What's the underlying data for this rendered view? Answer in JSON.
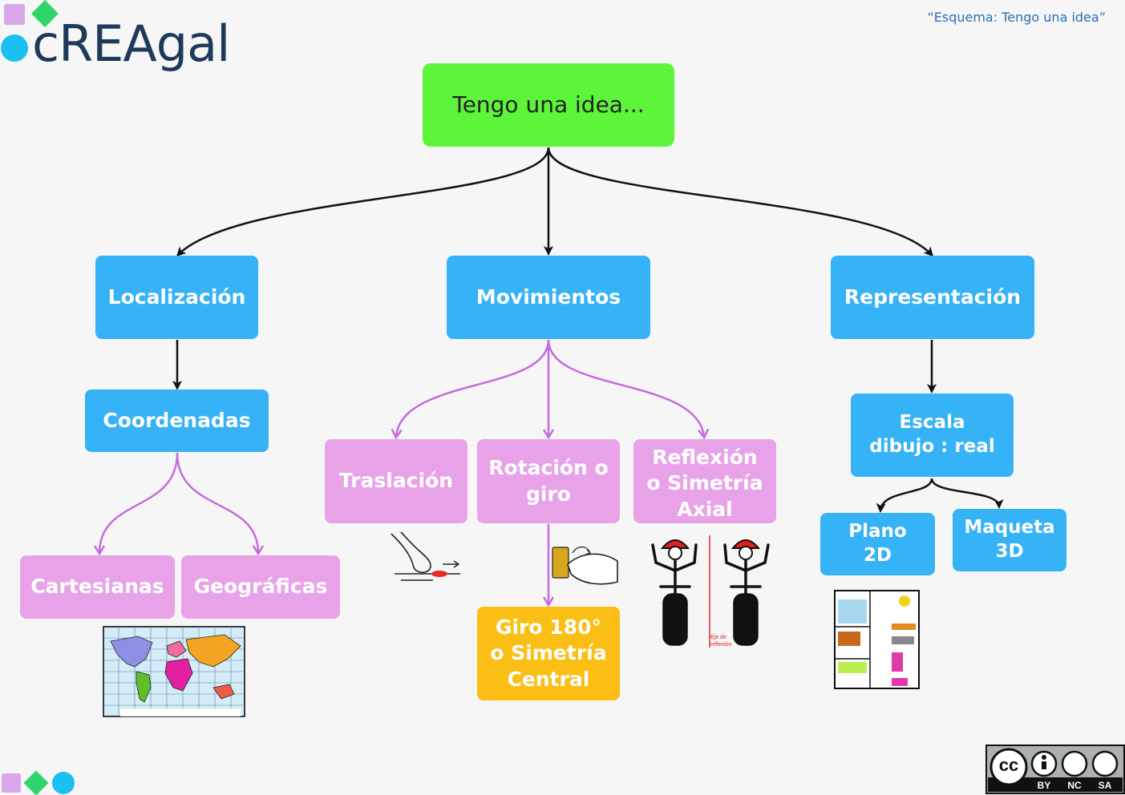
{
  "header": {
    "logo_text": "cREAgal",
    "caption": "“Esquema: Tengo una idea”"
  },
  "colors": {
    "root": "#5cf53a",
    "blue": "#36b2f6",
    "pink": "#e8a3e8",
    "orange": "#fbbe14",
    "black_arrow": "#111111",
    "purple_arrow": "#c46be0"
  },
  "nodes": {
    "root": "Tengo una idea...",
    "localizacion": "Localización",
    "movimientos": "Movimientos",
    "representacion": "Representación",
    "coordenadas": "Coordenadas",
    "cartesianas": "Cartesianas",
    "geograficas": "Geográficas",
    "traslacion": "Traslación",
    "rotacion": "Rotación o\ngiro",
    "reflexion": "Reflexión\no Simetría\nAxial",
    "giro180": "Giro 180°\no Simetría\nCentral",
    "escala": "Escala\ndibujo : real",
    "plano": "Plano\n2D",
    "maqueta": "Maqueta\n3D"
  },
  "illustrations": {
    "axis_label": "Eje de\nreflexión",
    "map": "world-map-illustration",
    "translation": "hand-sliding-illustration",
    "rotation": "hand-turning-key-illustration",
    "reflection": "cyclists-mirror-illustration",
    "floorplan": "floor-plan-illustration"
  },
  "license": {
    "cc": "cc",
    "by": "BY",
    "nc": "NC",
    "sa": "SA"
  }
}
